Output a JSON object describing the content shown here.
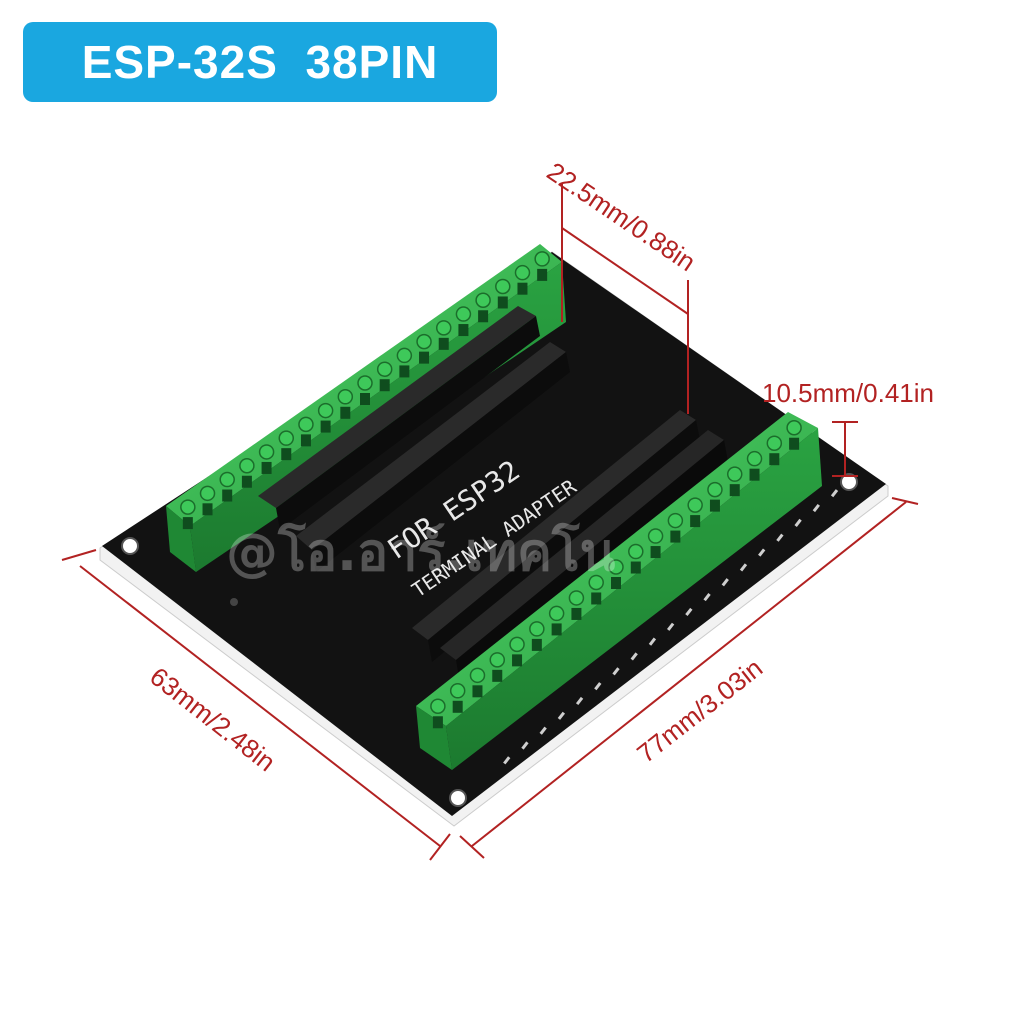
{
  "title": "ESP-32S  38PIN",
  "board": {
    "silkscreen_line1": "FOR ESP32",
    "silkscreen_line2": "TERMINAL ADAPTER"
  },
  "dimensions": {
    "header_gap": "22.5mm/0.88in",
    "terminal_height": "10.5mm/0.41in",
    "width": "63mm/2.48in",
    "length": "77mm/3.03in"
  },
  "watermark": "@โอ.อาร์.เทคโน",
  "colors": {
    "badge": "#1aa7e0",
    "pcb": "#111111",
    "terminal": "#2fb34a",
    "dimension_line": "#b22222"
  }
}
